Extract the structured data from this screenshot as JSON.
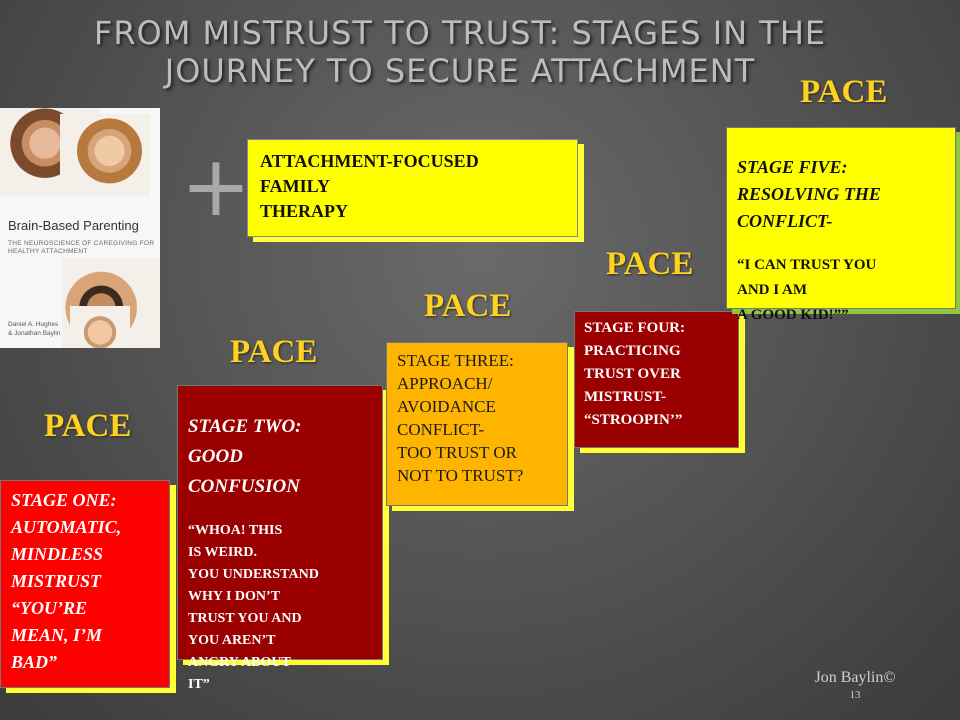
{
  "title": "FROM MISTRUST TO TRUST: STAGES IN THE JOURNEY TO SECURE ATTACHMENT",
  "pace_label": "PACE",
  "book": {
    "title": "Brain-Based Parenting",
    "subtitle": "THE NEUROSCIENCE OF CAREGIVING FOR HEALTHY ATTACHMENT",
    "authors": "Daniel A. Hughes\n& Jonathan Baylin"
  },
  "plus_symbol": "+",
  "afft_box": "ATTACHMENT-FOCUSED\nFAMILY\nTHERAPY",
  "stages": {
    "one": "STAGE ONE:\nAUTOMATIC,\nMINDLESS\nMISTRUST\n“YOU’RE\nMEAN, I’M\nBAD”",
    "two_lead": "STAGE TWO:\nGOOD\nCONFUSION",
    "two_rest": "“WHOA!  THIS\nIS WEIRD.\nYOU UNDERSTAND\nWHY I DON’T\nTRUST YOU AND\nYOU AREN’T\nANGRY ABOUT\nIT”",
    "three": "STAGE THREE:\nAPPROACH/\nAVOIDANCE\nCONFLICT-\nTOO TRUST OR\nNOT TO TRUST?",
    "four": "STAGE FOUR:\nPRACTICING\nTRUST OVER\nMISTRUST-\n“STROOPIN’”",
    "five_lead": "STAGE FIVE:\nRESOLVING THE\nCONFLICT-",
    "five_rest": "“I CAN TRUST YOU\nAND I AM\nA GOOD KID!””"
  },
  "footer": {
    "author": "Jon Baylin©",
    "slide_number": "13"
  },
  "colors": {
    "pace": "#ffd21f",
    "stage_one": "#ff0000",
    "stage_two": "#9b0000",
    "stage_three": "#ffb400",
    "stage_four": "#9b0000",
    "stage_five": "#ffff00",
    "afft": "#ffff00",
    "accent_shadow": "#ffff33",
    "stage_five_shadow": "#8dc63f"
  }
}
